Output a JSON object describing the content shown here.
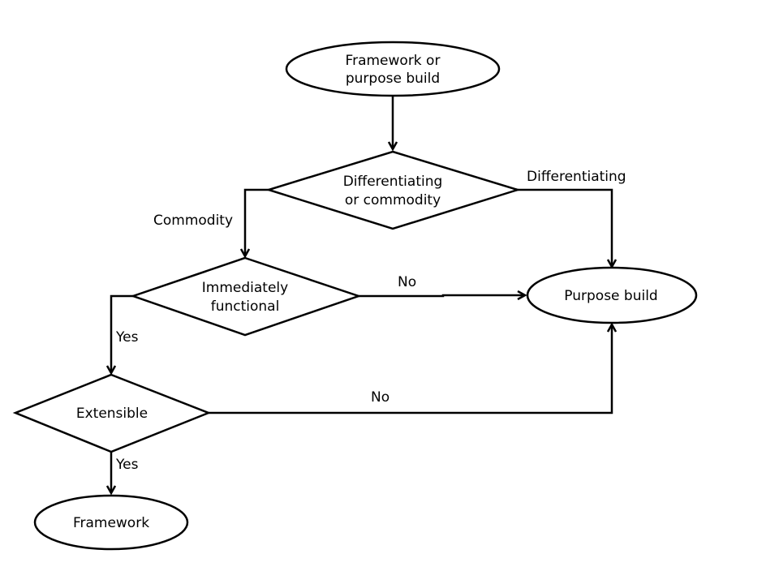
{
  "nodes": {
    "start": {
      "line1": "Framework or",
      "line2": "purpose build"
    },
    "differentiating_decision": {
      "line1": "Differentiating",
      "line2": "or commodity"
    },
    "functional_decision": {
      "line1": "Immediately",
      "line2": "functional"
    },
    "extensible_decision": {
      "label": "Extensible"
    },
    "purpose_build": {
      "label": "Purpose build"
    },
    "framework": {
      "label": "Framework"
    }
  },
  "edges": {
    "differentiating": "Differentiating",
    "commodity": "Commodity",
    "functional_no": "No",
    "functional_yes": "Yes",
    "extensible_no": "No",
    "extensible_yes": "Yes"
  },
  "colors": {
    "stroke": "#000000",
    "fill": "#ffffff",
    "text": "#000000"
  }
}
